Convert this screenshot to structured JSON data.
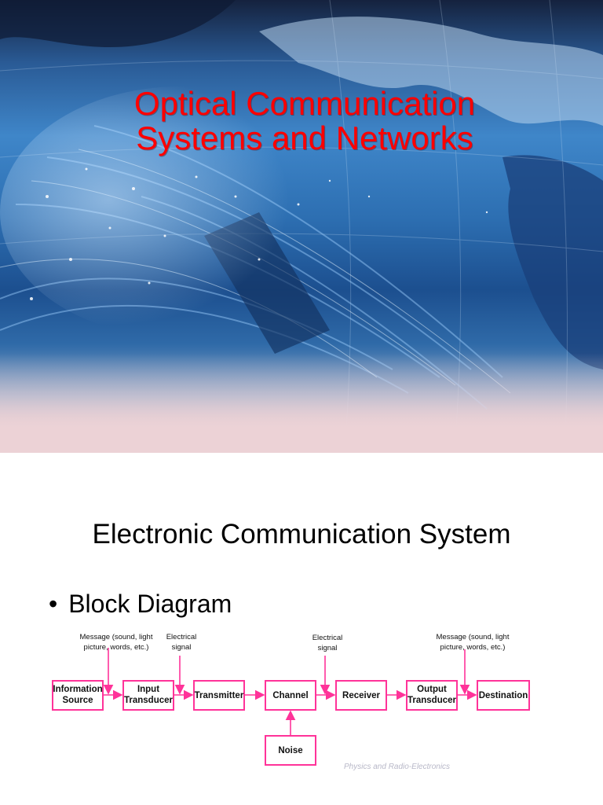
{
  "slide1": {
    "title_lines": [
      "Optical Communication",
      "Systems and Networks"
    ],
    "title_color": "#ff0000"
  },
  "slide2": {
    "heading": "Electronic Communication System",
    "bullet": "Block Diagram",
    "diagram": {
      "blocks": [
        {
          "id": "information-source",
          "lines": [
            "Information",
            "Source"
          ]
        },
        {
          "id": "input-transducer",
          "lines": [
            "Input",
            "Transducer"
          ]
        },
        {
          "id": "transmitter",
          "lines": [
            "Transmitter"
          ]
        },
        {
          "id": "channel",
          "lines": [
            "Channel"
          ]
        },
        {
          "id": "receiver",
          "lines": [
            "Receiver"
          ]
        },
        {
          "id": "output-transducer",
          "lines": [
            "Output",
            "Transducer"
          ]
        },
        {
          "id": "destination",
          "lines": [
            "Destination"
          ]
        },
        {
          "id": "noise",
          "lines": [
            "Noise"
          ]
        }
      ],
      "annotations": [
        {
          "id": "message-in",
          "lines": [
            "Message (sound, light",
            "picture, words, etc.)"
          ]
        },
        {
          "id": "electrical-signal-1",
          "lines": [
            "Electrical",
            "signal"
          ]
        },
        {
          "id": "electrical-signal-2",
          "lines": [
            "Electrical",
            "signal"
          ]
        },
        {
          "id": "message-out",
          "lines": [
            "Message (sound, light",
            "picture, words, etc.)"
          ]
        }
      ],
      "credit": "Physics and Radio-Electronics",
      "block_border_color": "#ff3399"
    }
  }
}
